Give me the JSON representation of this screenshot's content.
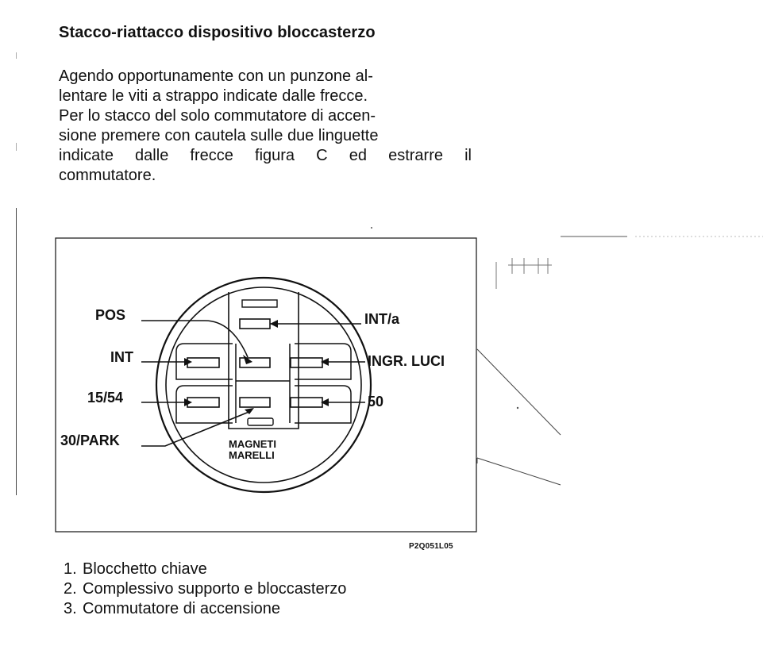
{
  "heading": "Stacco-riattacco dispositivo bloccasterzo",
  "paragraph": {
    "lines": [
      "Agendo opportunamente con un punzone al-",
      "lentare le viti a strappo indicate dalle frecce.",
      "Per lo stacco del solo commutatore di accen-",
      "sione premere con cautela sulle due linguette",
      "indicate dalle frecce figura C ed estrarre il",
      "commutatore."
    ]
  },
  "figure": {
    "labels": {
      "pos": "POS",
      "int": "INT",
      "p15_54": "15/54",
      "park": "30/PARK",
      "int_a": "INT/a",
      "ingr_luci": "INGR. LUCI",
      "p50": "50"
    },
    "brand_line1": "MAGNETI",
    "brand_line2": "MARELLI",
    "code": "P2Q051L05"
  },
  "legend": [
    {
      "num": "1.",
      "text": "Blocchetto chiave"
    },
    {
      "num": "2.",
      "text": "Complessivo supporto e bloccasterzo"
    },
    {
      "num": "3.",
      "text": "Commutatore di accensione"
    }
  ]
}
